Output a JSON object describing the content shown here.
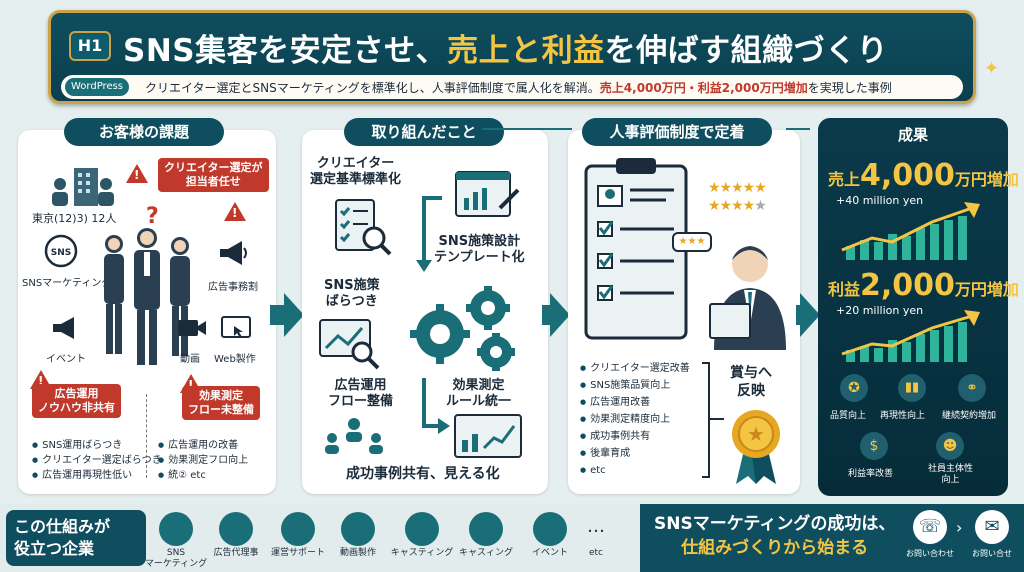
{
  "header": {
    "badge": "H1",
    "title_part1": "SNS集客を安定させ、",
    "title_highlight": "売上と利益",
    "title_part2": "を伸ばす組織づくり",
    "platform_badge": "WordPress",
    "subtitle": "クリエイター選定とSNSマーケティングを標準化し、人事評価制度で属人化を解消。",
    "subtitle_highlight": "売上4,000万円・利益2,000万円増加",
    "subtitle_end": "を実現した事例"
  },
  "challenges": {
    "title": "お客様の課題",
    "location": "東京(12)3) 12人",
    "problem1": "クリエイター選定が\n担当者任せ",
    "labels": [
      "SNSマーケティング",
      "広告事務割",
      "イベント",
      "動画",
      "Web製作"
    ],
    "problem2": "広告運用\nノウハウ非共有",
    "problem3": "効果測定\nフロー未整備",
    "bullets_left": [
      "SNS運用ばらつき",
      "クリエイター選定ばらつき",
      "広告運用再現性低い"
    ],
    "bullets_right": [
      "広告運用の改善",
      "効果測定フロ向上",
      "統② etc"
    ]
  },
  "actions": {
    "title": "取り組んだこと",
    "item1": "クリエイター\n選定基準標準化",
    "item2": "SNS施策設計\nテンプレート化",
    "item3": "SNS施策\nばらつき",
    "item4": "広告運用\nフロー整備",
    "item5": "効果測定\nルール統一",
    "item6": "成功事例共有、見える化"
  },
  "evaluation": {
    "title": "人事評価制度で定着",
    "bullets": [
      "クリエイター選定改善",
      "SNS施策品質向上",
      "広告運用改善",
      "効果測定精度向上",
      "成功事例共有",
      "後輩育成",
      "etc"
    ],
    "bonus": "賞与へ\n反映"
  },
  "results": {
    "title": "成果",
    "sales_prefix": "売上",
    "sales_num": "4,000",
    "sales_suffix": "万円増加",
    "sales_en": "+40 million yen",
    "profit_prefix": "利益",
    "profit_num": "2,000",
    "profit_suffix": "万円増加",
    "profit_en": "+20 million yen",
    "icons": [
      "品質向上",
      "再現性向上",
      "継続契約増加",
      "利益率改善",
      "社員主体性\n向上"
    ]
  },
  "footer": {
    "label": "この仕組みが\n役立つ企業",
    "industries": [
      "SNS\nマーケティング",
      "広告代理事",
      "運営サポート",
      "動画製作",
      "キャスティング",
      "キャスィング",
      "イベント",
      "etc"
    ],
    "cta_line1": "SNSマーケティングの成功は、",
    "cta_line2": "仕組みづくりから始まる",
    "contact1": "お問い合わせ",
    "contact2": "お問い合せ"
  },
  "colors": {
    "primary": "#0f4e5e",
    "gold": "#f4c543",
    "alert": "#c0392b"
  }
}
